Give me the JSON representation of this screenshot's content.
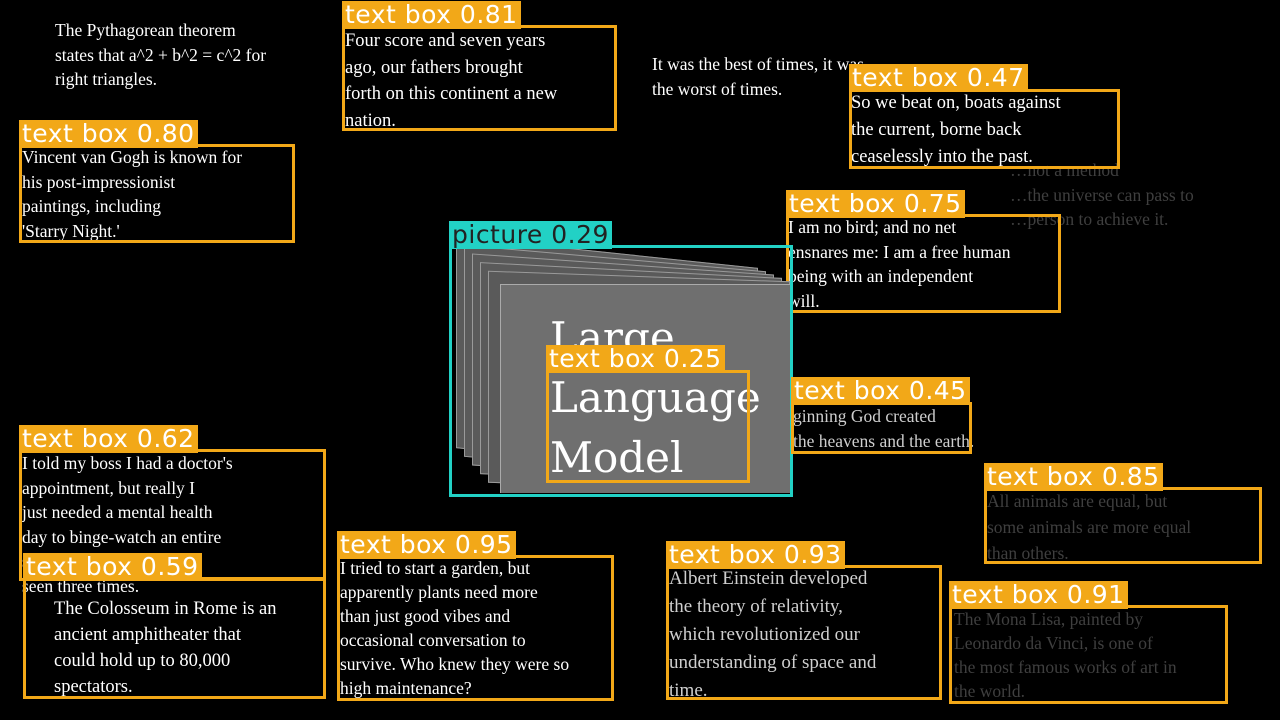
{
  "detections": {
    "tb081": {
      "label": "text box 0.81",
      "text": "Four score and seven years\nago, our fathers brought\nforth on this continent a new\nnation."
    },
    "tb080": {
      "label": "text box 0.80",
      "text": "Vincent van Gogh is known for\nhis post-impressionist\npaintings, including\n'Starry Night.'"
    },
    "tb047": {
      "label": "text box 0.47",
      "text": "So we beat on, boats against\nthe current, borne back\nceaselessly into the past."
    },
    "tb075": {
      "label": "text box 0.75",
      "text": "I am no bird; and no net\nensnares me: I am a free human\nbeing with an independent\nwill."
    },
    "pic029": {
      "label": "picture 0.29"
    },
    "tb025": {
      "label": "text box 0.25",
      "text": "Large\nLanguage\nModel"
    },
    "tb045": {
      "label": "text box 0.45",
      "text": "ginning God created\nthe heavens and the earth."
    },
    "tb062": {
      "label": "text box 0.62",
      "text": "I told my boss I had a doctor's\nappointment, but really I\njust needed a mental health\nday to binge-watch an entire\nseries that I've already\nseen three times."
    },
    "tb059": {
      "label": "text box 0.59",
      "text": "The Colosseum in Rome is an\nancient amphitheater that\ncould hold up to 80,000\nspectators."
    },
    "tb095": {
      "label": "text box 0.95",
      "text": "I tried to start a garden, but\napparently plants need more\nthan just good vibes and\noccasional conversation to\nsurvive. Who knew they were so\nhigh maintenance?"
    },
    "tb093": {
      "label": "text box 0.93",
      "text": "Albert Einstein developed\nthe theory of relativity,\nwhich revolutionized our\nunderstanding of space and\ntime."
    },
    "tb085": {
      "label": "text box 0.85",
      "text": "All animals are equal, but\nsome animals are more equal\nthan others."
    },
    "tb091": {
      "label": "text box 0.91",
      "text": "The Mona Lisa, painted by\nLeonardo da Vinci, is one of\nthe most famous works of art in\nthe world."
    }
  },
  "undetected": {
    "pythagoras": "The Pythagorean theorem\nstates that a^2 + b^2 = c^2 for\nright triangles.",
    "dickens": "It was the best of times, it was\nthe worst of times.",
    "faded_right": "…not a method\n…the universe can pass to\n…person to achieve it."
  },
  "colors": {
    "text_box": "#f2a818",
    "picture": "#22d1c5",
    "background": "#000000"
  }
}
